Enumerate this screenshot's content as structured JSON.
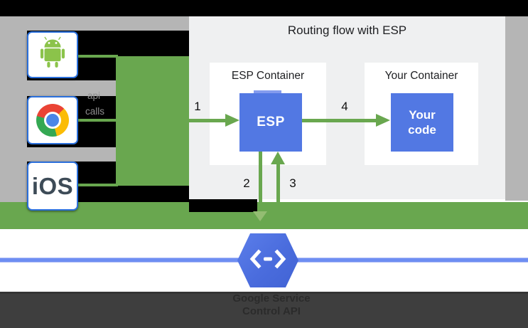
{
  "inset": {
    "title": "Routing flow with ESP",
    "esp_container": {
      "label": "ESP Container",
      "box_label": "ESP"
    },
    "your_container": {
      "label": "Your Container",
      "box_line1": "Your",
      "box_line2": "code"
    },
    "steps": {
      "s1": "1",
      "s2": "2",
      "s3": "3",
      "s4": "4"
    }
  },
  "clients": {
    "ios_label": "iOS"
  },
  "underlay": {
    "api_label": "api",
    "calls_label": "calls"
  },
  "service": {
    "caption_line1": "Google Service",
    "caption_line2": "Control API"
  },
  "icons": {
    "android": "android-icon",
    "chrome": "chrome-icon",
    "endpoints": "code-brackets-icon"
  },
  "colors": {
    "green": "#69a74f",
    "light_green_head": "#93bd72",
    "blue_box": "#5278e3",
    "hexagon_blue": "#4a6cdd",
    "blue_line": "#6e8ef2",
    "gray_bg": "#b5b5b5",
    "panel_bg": "#eff0f1",
    "dark_band": "#3e3e3e",
    "tile_border": "#2a6fdb"
  }
}
